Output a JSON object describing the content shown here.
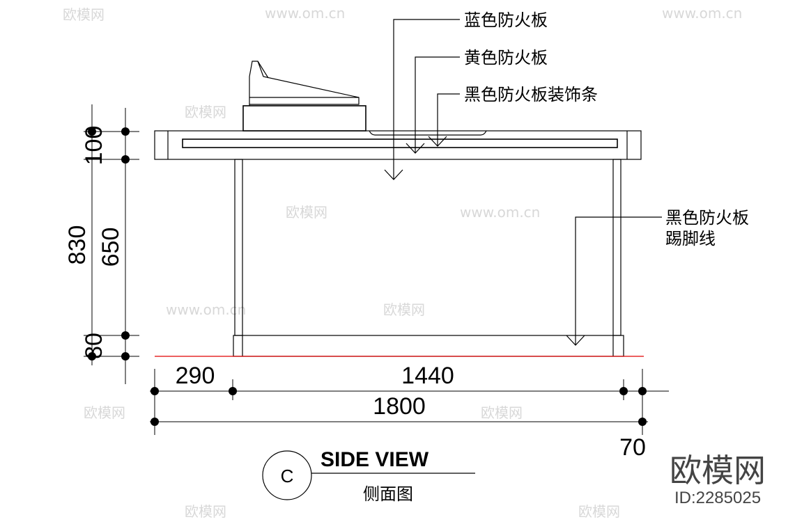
{
  "dimensions": {
    "vertical_total": "830",
    "vertical_top": "100",
    "vertical_middle": "650",
    "vertical_bottom": "80",
    "horizontal_left": "290",
    "horizontal_middle": "1440",
    "horizontal_total": "1800",
    "horizontal_right": "70"
  },
  "callouts": {
    "blue_panel": "蓝色防火板",
    "yellow_panel": "黄色防火板",
    "black_trim": "黑色防火板装饰条",
    "black_kick_line1": "黑色防火板",
    "black_kick_line2": "踢脚线"
  },
  "title": {
    "marker": "C",
    "english": "SIDE VIEW",
    "chinese": "侧面图"
  },
  "watermark": {
    "brand": "欧模网",
    "id": "ID:2285025",
    "site": "www.om.cn"
  },
  "colors": {
    "floor_line": "#e00000",
    "lines": "#000000"
  }
}
